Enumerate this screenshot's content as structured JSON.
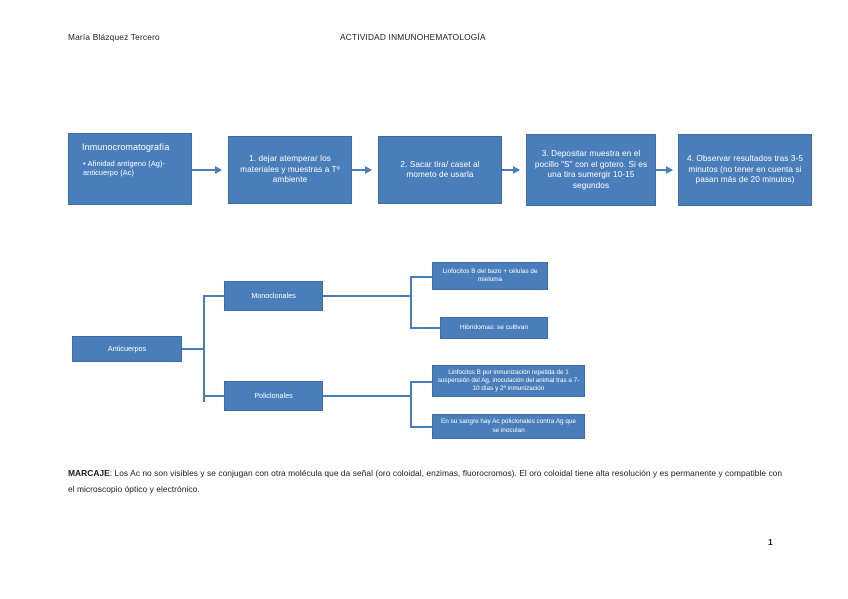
{
  "header": {
    "author": "María Blázquez Tercero",
    "title": "ACTIVIDAD INMUNOHEMATOLOGÍA"
  },
  "process_flow": {
    "first_box": {
      "heading": "Inmunocromatografía",
      "bullet": "Afinidad antígeno (Ag)-anticuerpo (Ac)"
    },
    "steps": [
      {
        "label": "1. dejar atemperar los materiales y muestras a Tº ambiente"
      },
      {
        "label": "2. Sacar tira/ caset al mometo de usarla"
      },
      {
        "label": "3. Depositar muestra en el pocillo \"S\" con el gotero. Si es una tira sumergir 10-15 segundos"
      },
      {
        "label": "4. Observar resultados tras 3-5 minutos (no tener en cuenta si pasan más de 20 minutos)"
      }
    ]
  },
  "tree": {
    "root": "Anticuerpos",
    "branches": [
      {
        "label": "Monoclonales",
        "leaves": [
          "Linfocitos B del bazo + células de mieloma",
          "Hibridomas: se cultivan"
        ]
      },
      {
        "label": "Policlonales",
        "leaves": [
          "Linfocitos B por inmunización repetida de 1 suspensión del Ag, inoculación del animal tras a 7-10 días y 2ª inmunización",
          "En su sangre hay Ac policlonales contra Ag que se inoculan"
        ]
      }
    ]
  },
  "paragraph": {
    "lead": "MARCAJE",
    "text": ": Los Ac no son visibles y se conjugan con otra molécula que da señal (oro coloidal, enzimas, fluorocromos). El oro coloidal tiene alta resolución y es permanente y compatible con el microscopio óptico y electrónico."
  },
  "footer": {
    "page_number": "1"
  },
  "colors": {
    "box_fill": "#4A7EBB",
    "box_border": "#3C6DA6",
    "text_on_box": "#FFFFFF",
    "body_text": "#1A1A1A",
    "page_background": "#FFFFFF"
  }
}
